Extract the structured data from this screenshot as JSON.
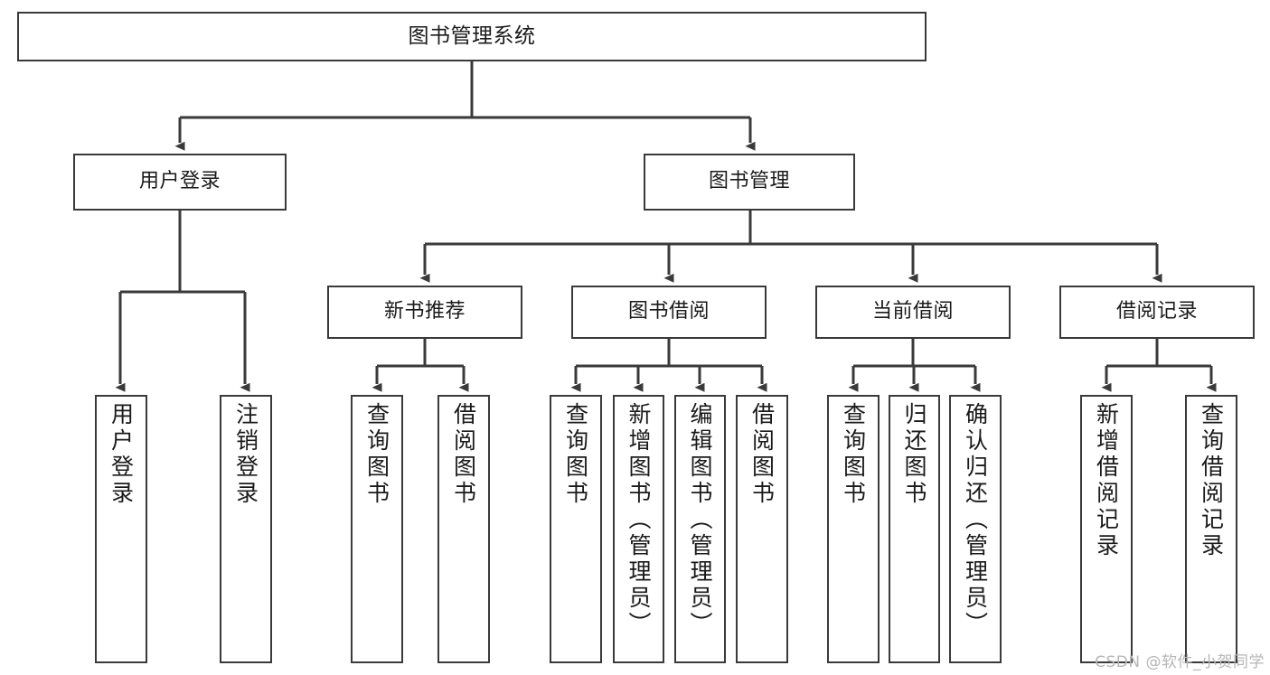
{
  "diagram": {
    "title": "图书管理系统",
    "type": "tree",
    "orientation": "top-down",
    "line_color": "#3a3a3a",
    "box_fill": "#ffffff",
    "text_color": "#1a1a1a"
  },
  "watermark": {
    "text": "CSDN @软件_小贺同学",
    "color": "#b6b6b6"
  },
  "nodes": {
    "root": {
      "label": "图书管理系统",
      "level": 1
    },
    "l2": [
      {
        "id": "user-login",
        "label": "用户登录",
        "level": 2
      },
      {
        "id": "book-manage",
        "label": "图书管理",
        "level": 2
      }
    ],
    "l3": [
      {
        "id": "new-book-recommend",
        "label": "新书推荐",
        "level": 3,
        "parent": "book-manage"
      },
      {
        "id": "book-borrow",
        "label": "图书借阅",
        "level": 3,
        "parent": "book-manage"
      },
      {
        "id": "current-borrow",
        "label": "当前借阅",
        "level": 3,
        "parent": "book-manage"
      },
      {
        "id": "borrow-record",
        "label": "借阅记录",
        "level": 3,
        "parent": "book-manage"
      }
    ],
    "leaves": [
      {
        "id": "leaf-user-login",
        "label": "用户登录",
        "parent": "user-login"
      },
      {
        "id": "leaf-logout",
        "label": "注销登录",
        "parent": "user-login"
      },
      {
        "id": "leaf-query-book-1",
        "label": "查询图书",
        "parent": "new-book-recommend"
      },
      {
        "id": "leaf-borrow-book-1",
        "label": "借阅图书",
        "parent": "new-book-recommend"
      },
      {
        "id": "leaf-query-book-2",
        "label": "查询图书",
        "parent": "book-borrow"
      },
      {
        "id": "leaf-add-book-admin",
        "label": "新增图书（管理员）",
        "parent": "book-borrow"
      },
      {
        "id": "leaf-edit-book-admin",
        "label": "编辑图书（管理员）",
        "parent": "book-borrow"
      },
      {
        "id": "leaf-borrow-book-2",
        "label": "借阅图书",
        "parent": "book-borrow"
      },
      {
        "id": "leaf-query-book-3",
        "label": "查询图书",
        "parent": "current-borrow"
      },
      {
        "id": "leaf-return-book",
        "label": "归还图书",
        "parent": "current-borrow"
      },
      {
        "id": "leaf-confirm-return",
        "label": "确认归还（管理员）",
        "parent": "current-borrow"
      },
      {
        "id": "leaf-add-record",
        "label": "新增借阅记录",
        "parent": "borrow-record"
      },
      {
        "id": "leaf-query-record",
        "label": "查询借阅记录",
        "parent": "borrow-record"
      }
    ]
  }
}
